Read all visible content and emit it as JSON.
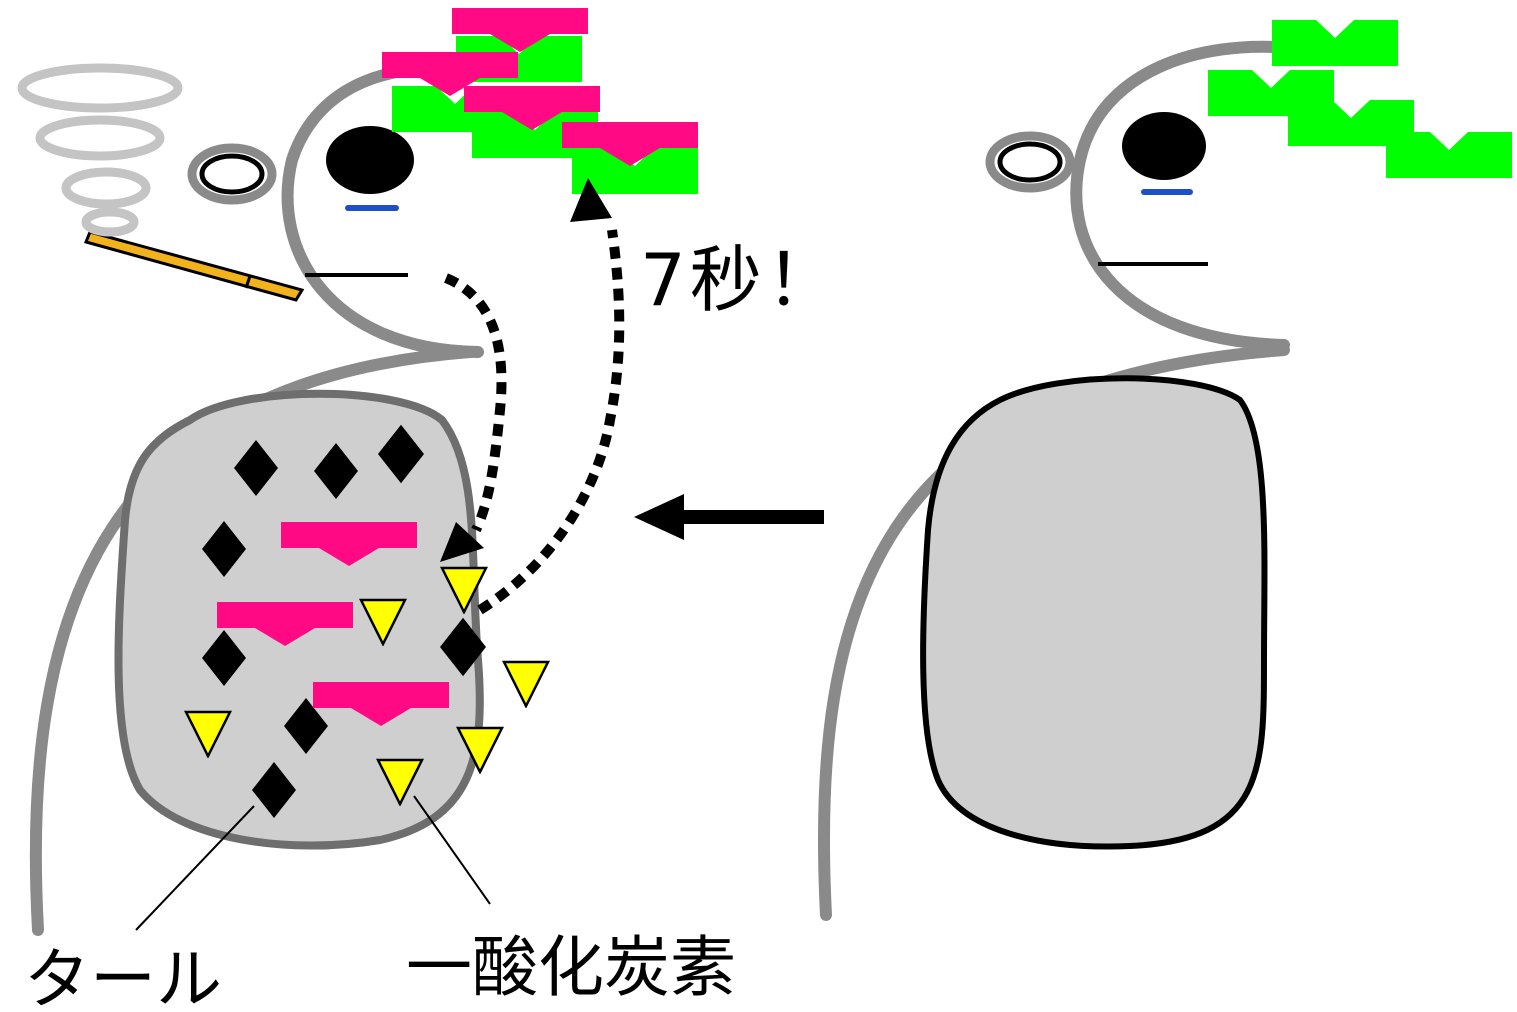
{
  "labels": {
    "time": "7秒！",
    "tar": "タール",
    "carbon_monoxide": "一酸化炭素"
  },
  "colors": {
    "background": "#ffffff",
    "outline_gray": "#8a8a8a",
    "lung_fill": "#cfcfcf",
    "nicotine_magenta": "#ff0a84",
    "brain_green": "#00ff00",
    "tar_black": "#000000",
    "co_yellow": "#ffff00",
    "cigarette_orange": "#f2b21c",
    "eye_black": "#000000",
    "blush_blue": "#1f4fc8"
  },
  "icons": {
    "smoke": "smoke-rings",
    "cigarette": "cigarette-icon",
    "tar": "black-diamond",
    "carbon_monoxide": "yellow-triangle",
    "nicotine": "magenta-notched-bar",
    "receptor": "green-notched-block",
    "transfer": "left-arrow"
  }
}
